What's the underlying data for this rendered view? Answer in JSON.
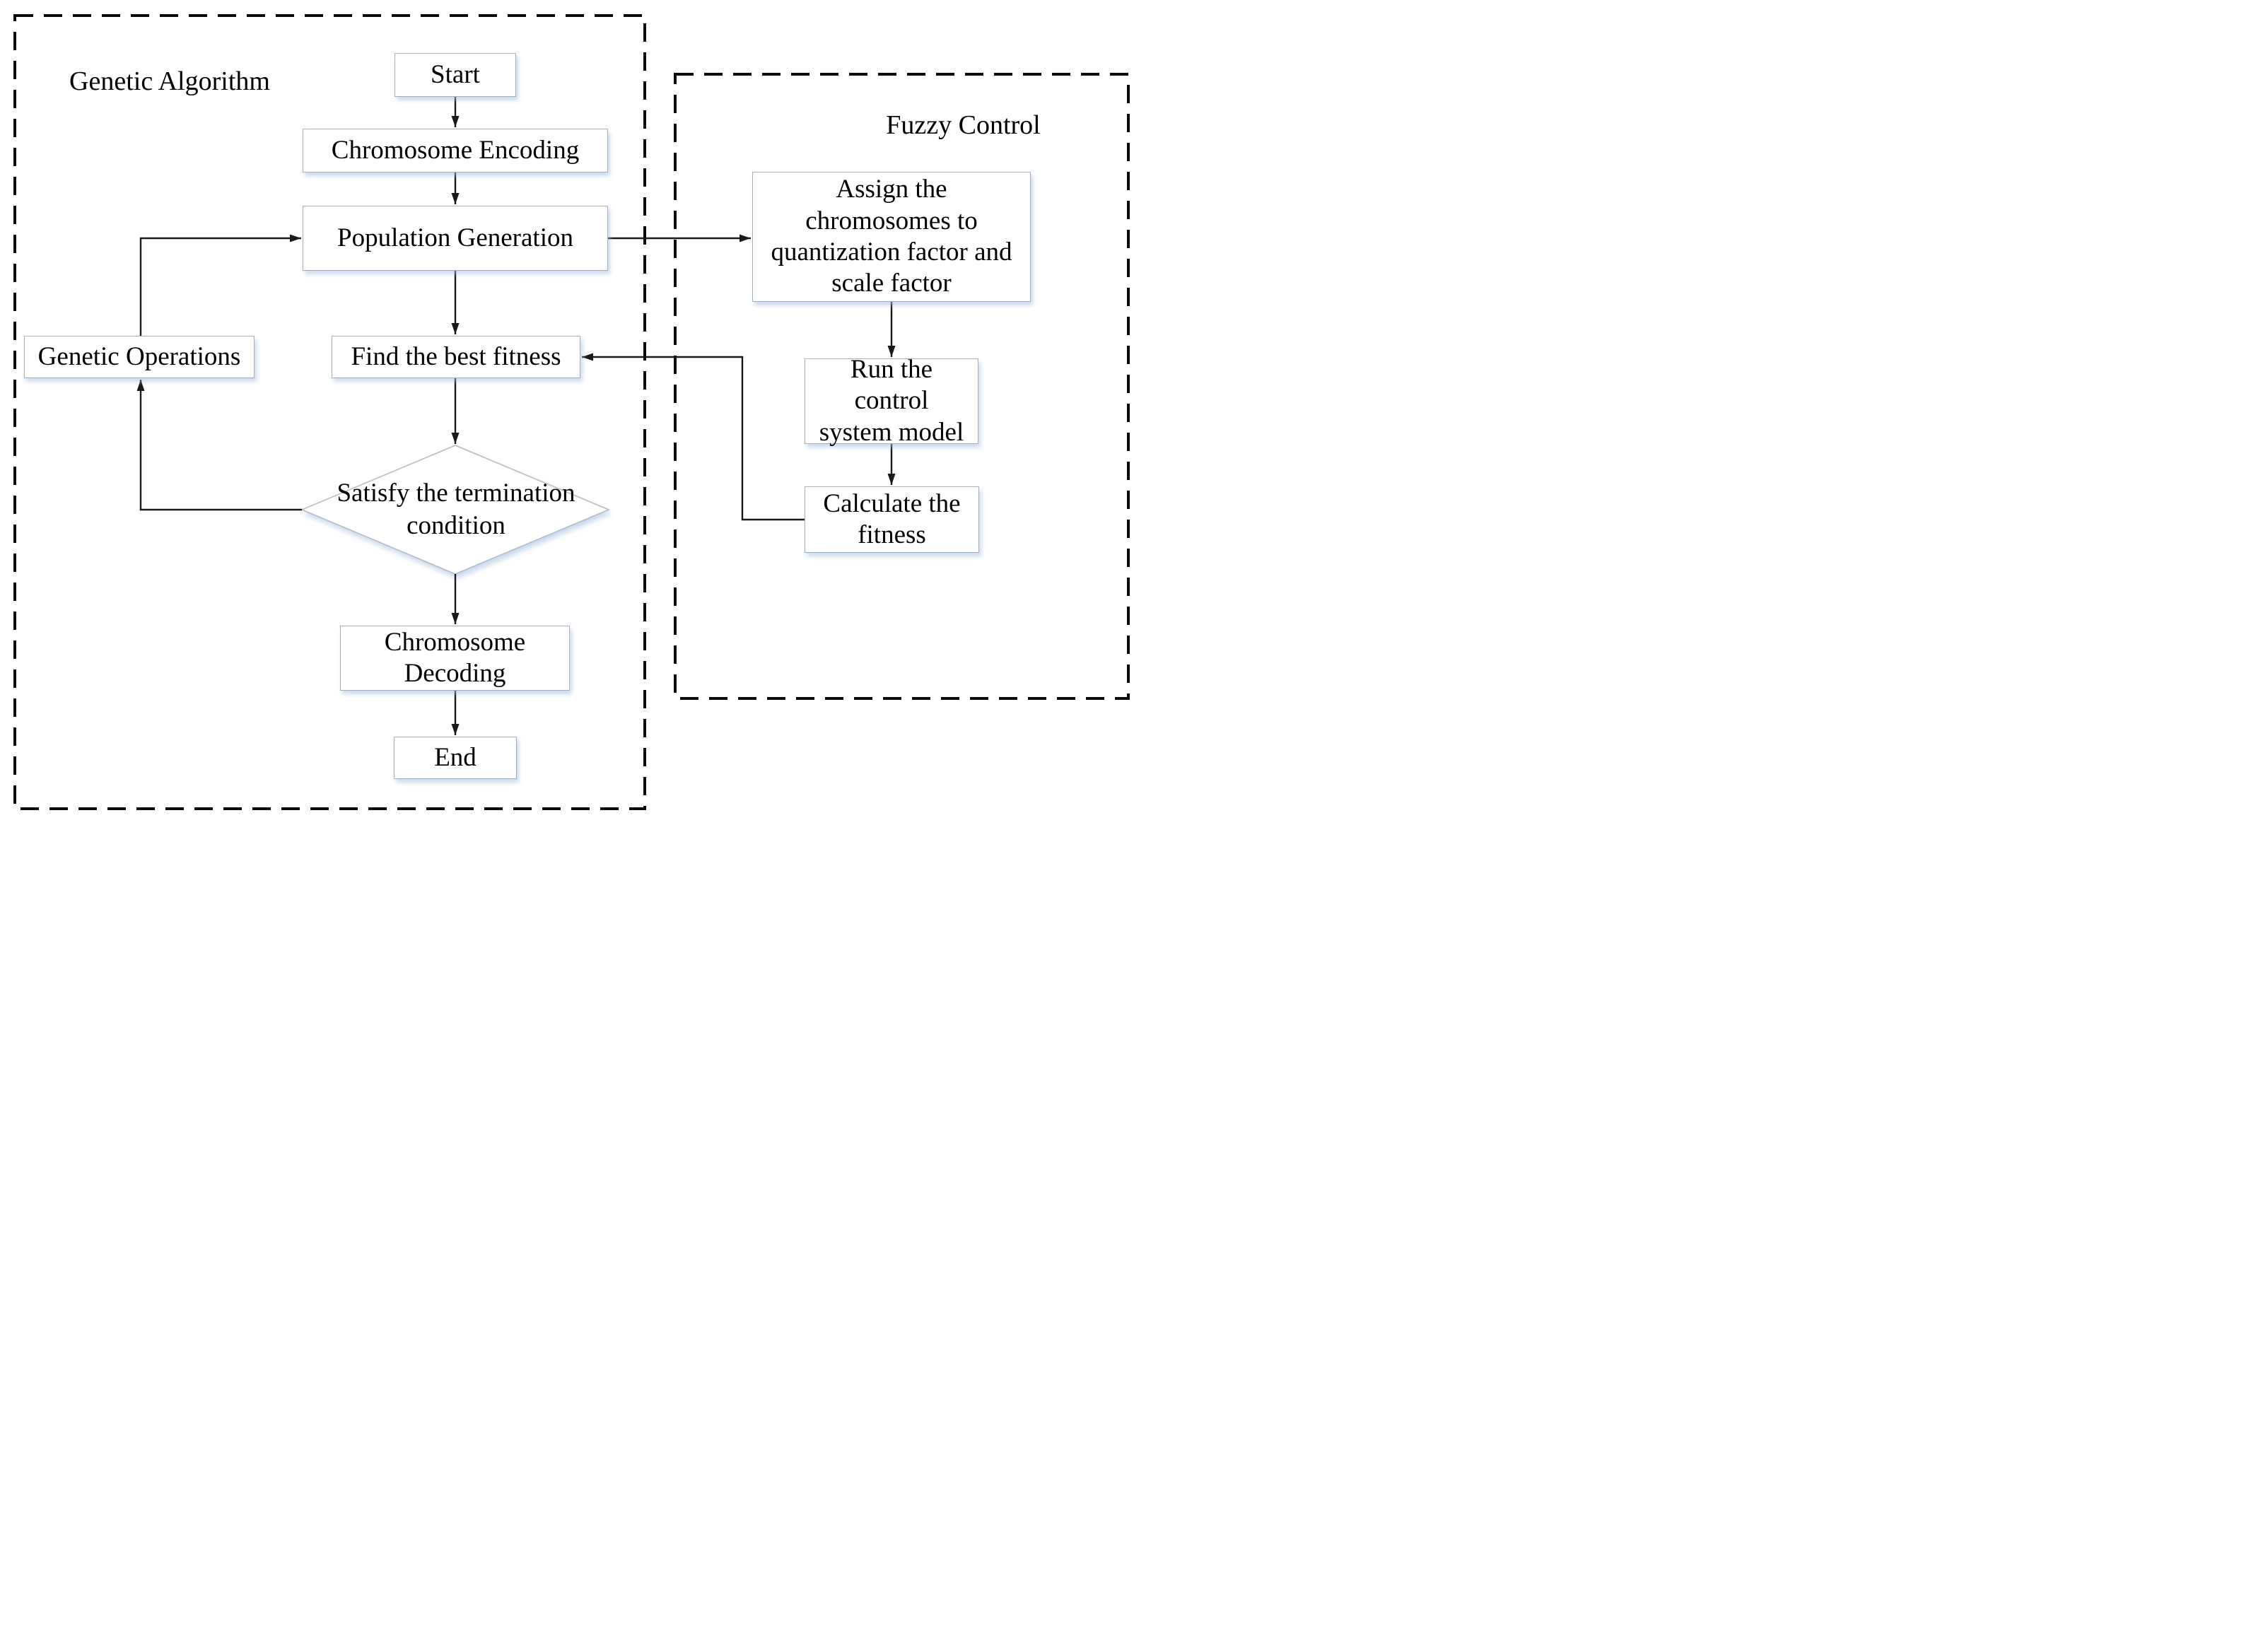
{
  "diagram": {
    "title": "GA-optimized fuzzy control flowchart",
    "regions": {
      "genetic_algorithm": {
        "label": "Genetic Algorithm"
      },
      "fuzzy_control": {
        "label": "Fuzzy Control"
      }
    },
    "nodes": {
      "start": {
        "label": "Start",
        "shape": "rect"
      },
      "chromosome_encoding": {
        "label": "Chromosome Encoding",
        "shape": "rect"
      },
      "population_generation": {
        "label": "Population Generation",
        "shape": "rect"
      },
      "find_best_fitness": {
        "label": "Find the best fitness",
        "shape": "rect"
      },
      "genetic_operations": {
        "label": "Genetic Operations",
        "shape": "rect"
      },
      "termination_condition": {
        "label": "Satisfy the termination\ncondition",
        "shape": "diamond"
      },
      "chromosome_decoding": {
        "label": "Chromosome\nDecoding",
        "shape": "rect"
      },
      "end": {
        "label": "End",
        "shape": "rect"
      },
      "assign_chromosomes": {
        "label": "Assign the\nchromosomes to\nquantization factor and\nscale factor",
        "shape": "rect"
      },
      "run_control_model": {
        "label": "Run the\ncontrol\nsystem model",
        "shape": "rect"
      },
      "calculate_fitness": {
        "label": "Calculate the\nfitness",
        "shape": "rect"
      }
    },
    "edges": [
      "start -> chromosome_encoding",
      "chromosome_encoding -> population_generation",
      "population_generation -> find_best_fitness",
      "find_best_fitness -> termination_condition",
      "termination_condition -> chromosome_decoding",
      "chromosome_decoding -> end",
      "termination_condition -> genetic_operations",
      "genetic_operations -> population_generation",
      "population_generation -> assign_chromosomes",
      "assign_chromosomes -> run_control_model",
      "run_control_model -> calculate_fitness",
      "calculate_fitness -> find_best_fitness"
    ],
    "colors": {
      "background": "#ffffff",
      "text": "#000000",
      "connector": "#1a1a1a",
      "dashed_border": "#0a0a0a",
      "node_border": "#a9aeb5",
      "node_fill": "#ffffff",
      "shadow": "rgba(158,189,227,0.55)"
    }
  }
}
